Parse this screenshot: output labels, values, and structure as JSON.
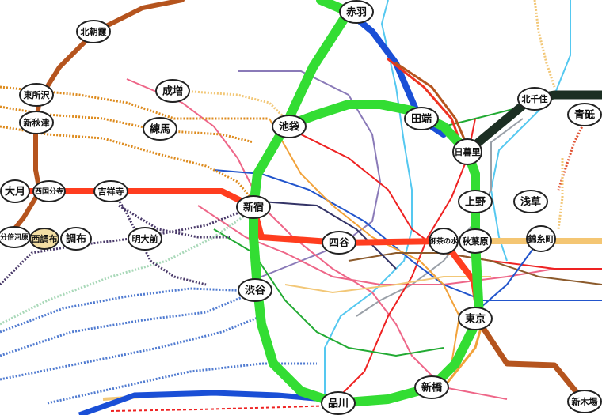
{
  "map": {
    "colors": {
      "yamanote": "#33dd33",
      "chuo": "#ff3d1f",
      "musashino": "#b5541e",
      "keihin": "#1a4fd6",
      "joban": "#1c2f23",
      "yurikamome": "#f2c777",
      "seibu_orange": "#dd8a1c",
      "keio": "#4a3a6a",
      "tokyu": "#4f7ad0"
    },
    "stations": [
      {
        "id": "kita-asaka",
        "label": "北朝霞"
      },
      {
        "id": "higashi-tokorozawa",
        "label": "東所沢"
      },
      {
        "id": "shin-akitsu",
        "label": "新秋津"
      },
      {
        "id": "omiya-ish",
        "label": "大月"
      },
      {
        "id": "nishi-kokubunji",
        "label": "西国分寺"
      },
      {
        "id": "kichijoji",
        "label": "吉祥寺"
      },
      {
        "id": "bubaigawara",
        "label": "分倍河原"
      },
      {
        "id": "nishi-chofu",
        "label": "西調布"
      },
      {
        "id": "chofu",
        "label": "調布"
      },
      {
        "id": "meidaimae",
        "label": "明大前"
      },
      {
        "id": "narimasu",
        "label": "成増"
      },
      {
        "id": "nerima",
        "label": "練馬"
      },
      {
        "id": "ikebukuro",
        "label": "池袋"
      },
      {
        "id": "akabane",
        "label": "赤羽"
      },
      {
        "id": "tabata",
        "label": "田端"
      },
      {
        "id": "nippori",
        "label": "日暮里"
      },
      {
        "id": "kita-senju",
        "label": "北千住"
      },
      {
        "id": "aoto",
        "label": "青砥"
      },
      {
        "id": "shinjuku",
        "label": "新宿"
      },
      {
        "id": "yotsuya",
        "label": "四谷"
      },
      {
        "id": "ochanomizu",
        "label": "御茶の水"
      },
      {
        "id": "akihabara",
        "label": "秋葉原"
      },
      {
        "id": "ueno",
        "label": "上野"
      },
      {
        "id": "asakusa",
        "label": "浅草"
      },
      {
        "id": "kinshicho",
        "label": "錦糸町"
      },
      {
        "id": "shibuya",
        "label": "渋谷"
      },
      {
        "id": "tokyo",
        "label": "東京"
      },
      {
        "id": "shinbashi",
        "label": "新橋"
      },
      {
        "id": "shinagawa",
        "label": "品川"
      },
      {
        "id": "shin-kiba",
        "label": "新木場"
      }
    ]
  }
}
